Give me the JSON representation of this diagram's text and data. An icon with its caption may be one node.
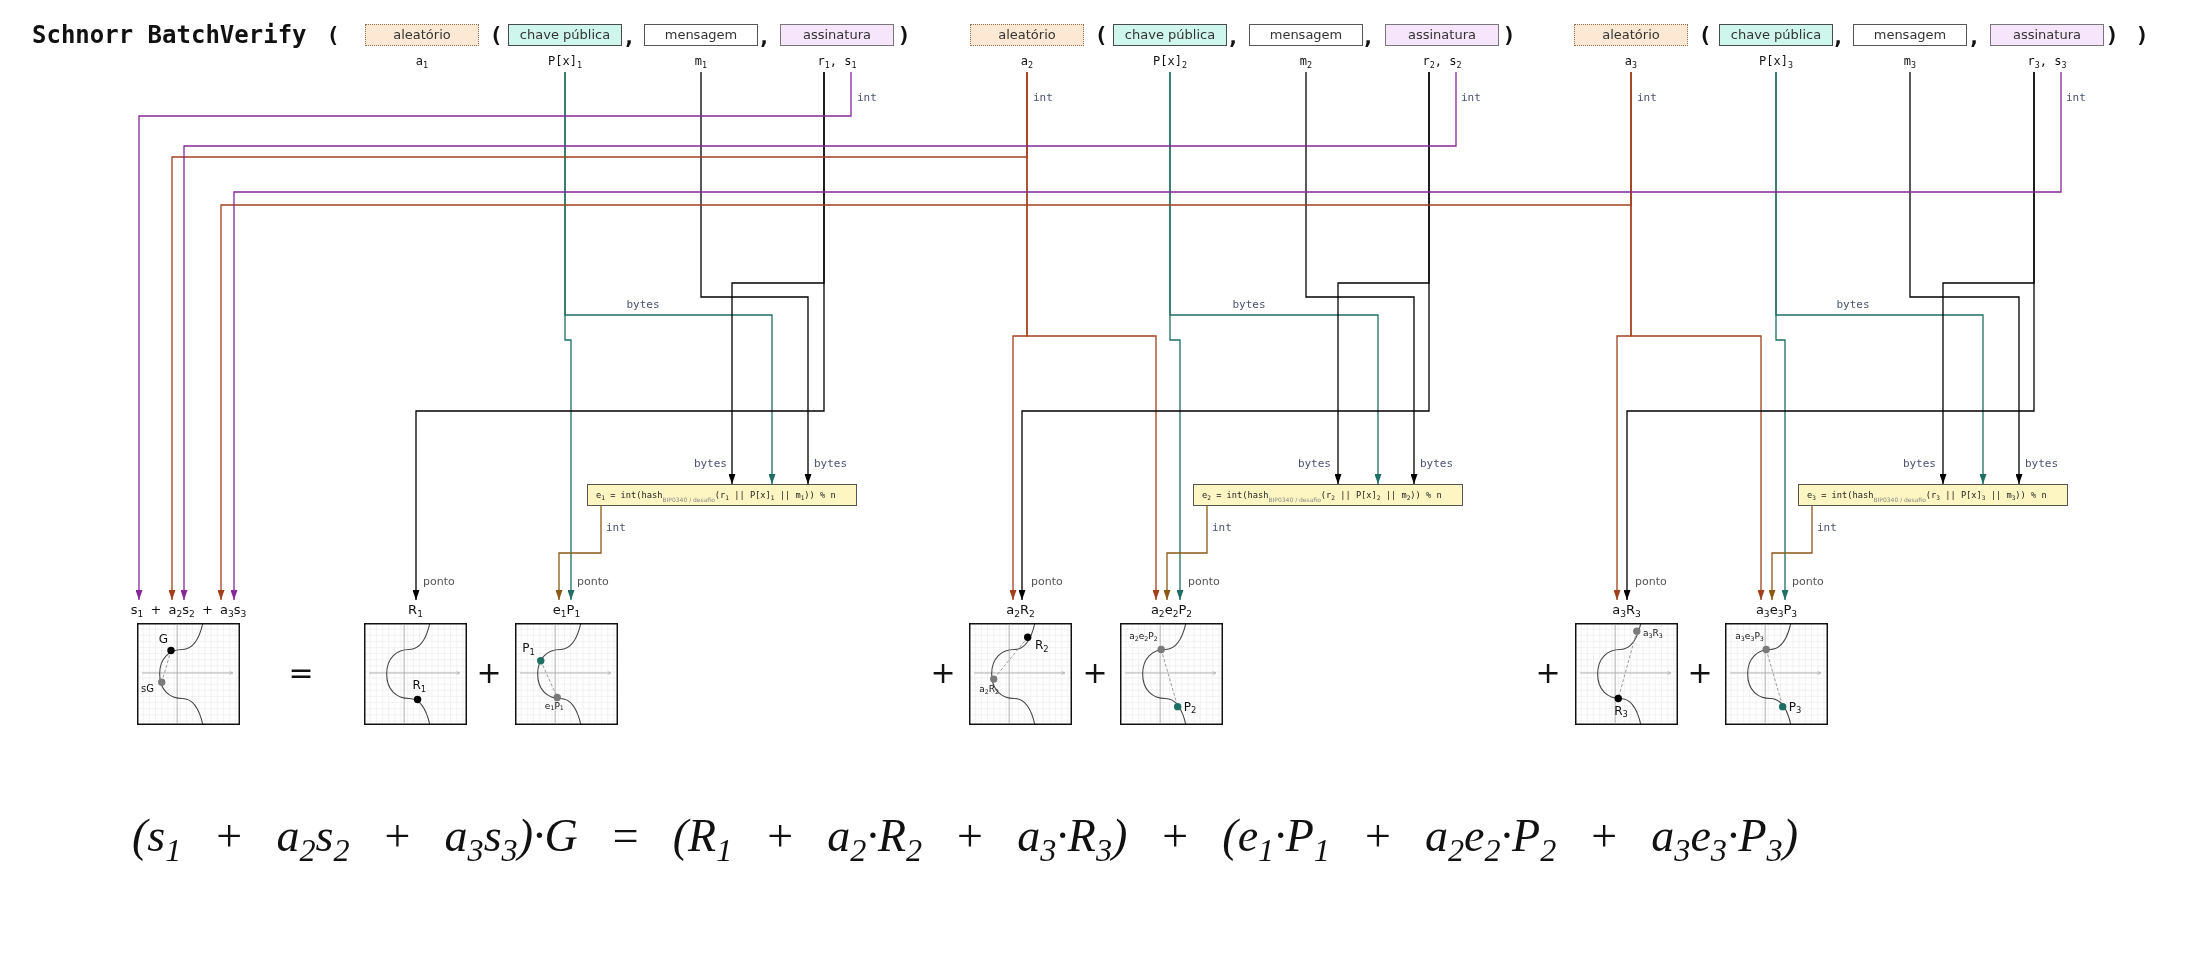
{
  "diagram": {
    "title": "Schnorr BatchVerify",
    "nodes": [
      {
        "text": [
          "aleatório"
        ],
        "beside": [
          "a$_{1}$"
        ]
      },
      {
        "text": [
          "chave pública"
        ],
        "beside": [
          "P[x]$_{1}$"
        ]
      },
      {
        "text": [
          "mensagem"
        ],
        "beside": [
          "m$_{1}$"
        ]
      },
      {
        "text": [
          "assinatura"
        ],
        "beside": [
          "r$_{1}$, s$_{1}$"
        ]
      },
      {
        "text": [
          "aleatório"
        ],
        "beside": [
          "a$_{2}$"
        ]
      },
      {
        "text": [
          "chave pública"
        ],
        "beside": [
          "P[x]$_{2}$"
        ]
      },
      {
        "text": [
          "mensagem"
        ],
        "beside": [
          "m$_{2}$"
        ]
      },
      {
        "text": [
          "assinatura"
        ],
        "beside": [
          "r$_{2}$, s$_{2}$"
        ]
      },
      {
        "text": [
          "aleatório"
        ],
        "beside": [
          "a$_{3}$"
        ]
      },
      {
        "text": [
          "chave pública"
        ],
        "beside": [
          "P[x]$_{3}$"
        ]
      },
      {
        "text": [
          "mensagem"
        ],
        "beside": [
          "m$_{3}$"
        ]
      },
      {
        "text": [
          "assinatura"
        ],
        "beside": [
          "r$_{3}$, s$_{3}$"
        ]
      },
      {
        "text": [
          "e$_{1}$ = int(hash$_{BIP0340 / desafio}$(r$_{1}$ || P[x]$_{1}$ || m$_{1}$)) % n"
        ]
      },
      {
        "text": [
          "e$_{2}$ = int(hash$_{BIP0340 / desafio}$(r$_{2}$ || P[x]$_{2}$ || m$_{2}$)) % n"
        ]
      },
      {
        "text": [
          "e$_{3}$ = int(hash$_{BIP0340 / desafio}$(r$_{3}$ || P[x]$_{3}$ || m$_{3}$)) % n"
        ]
      },
      {
        "text": [
          "s$_{1}$ + a$_{2}$s$_{2}$ + a$_{3}$s$_{3}$",
          "G",
          "sG"
        ]
      },
      {
        "text": [
          "R$_{1}$",
          "R$_{1}$"
        ]
      },
      {
        "text": [
          "e$_{1}$P$_{1}$",
          "P$_{1}$",
          "e$_{1}$P$_{1}$"
        ]
      },
      {
        "text": [
          "a$_{2}$R$_{2}$",
          "R$_{2}$",
          "a$_{2}$R$_{2}$"
        ]
      },
      {
        "text": [
          "a$_{2}$e$_{2}$P$_{2}$",
          "a$_{2}$e$_{2}$P$_{2}$",
          "P$_{2}$"
        ]
      },
      {
        "text": [
          "a$_{3}$R$_{3}$",
          "a$_{3}$R$_{3}$",
          "R$_{3}$"
        ]
      },
      {
        "text": [
          "a$_{3}$e$_{3}$P$_{3}$",
          "a$_{3}$e$_{3}$P$_{3}$",
          "P$_{3}$"
        ]
      }
    ],
    "edges": [
      {
        "from": 1,
        "to": 12,
        "arrow": "to",
        "label": "bytes",
        "color": "#1e6e64"
      },
      {
        "from": 1,
        "to": 17,
        "arrow": "to",
        "label": "ponto",
        "color": "#1e6e64"
      },
      {
        "from": 2,
        "to": 12,
        "arrow": "to",
        "label": "bytes"
      },
      {
        "from": 3,
        "to": 12,
        "arrow": "to",
        "label": "bytes"
      },
      {
        "from": 3,
        "to": 16,
        "arrow": "to",
        "label": "ponto"
      },
      {
        "from": 3,
        "to": 15,
        "arrow": "to",
        "label": "int",
        "color": "#86279a"
      },
      {
        "from": 12,
        "to": 17,
        "arrow": "to",
        "label": "int",
        "color": "#8b5a14"
      },
      {
        "from": 4,
        "to": 15,
        "arrow": "to",
        "label": "int",
        "color": "#a3401c"
      },
      {
        "from": 4,
        "to": 18,
        "arrow": "to",
        "color": "#a3401c"
      },
      {
        "from": 4,
        "to": 19,
        "arrow": "to",
        "color": "#a3401c"
      },
      {
        "from": 5,
        "to": 13,
        "arrow": "to",
        "label": "bytes",
        "color": "#1e6e64"
      },
      {
        "from": 5,
        "to": 19,
        "arrow": "to",
        "label": "ponto",
        "color": "#1e6e64"
      },
      {
        "from": 6,
        "to": 13,
        "arrow": "to",
        "label": "bytes"
      },
      {
        "from": 7,
        "to": 13,
        "arrow": "to",
        "label": "bytes"
      },
      {
        "from": 7,
        "to": 18,
        "arrow": "to",
        "label": "ponto"
      },
      {
        "from": 7,
        "to": 15,
        "arrow": "to",
        "label": "int",
        "color": "#86279a"
      },
      {
        "from": 13,
        "to": 19,
        "arrow": "to",
        "label": "int",
        "color": "#8b5a14"
      },
      {
        "from": 8,
        "to": 15,
        "arrow": "to",
        "label": "int",
        "color": "#a3401c"
      },
      {
        "from": 8,
        "to": 20,
        "arrow": "to",
        "color": "#a3401c"
      },
      {
        "from": 8,
        "to": 21,
        "arrow": "to",
        "color": "#a3401c"
      },
      {
        "from": 9,
        "to": 14,
        "arrow": "to",
        "label": "bytes",
        "color": "#1e6e64"
      },
      {
        "from": 9,
        "to": 21,
        "arrow": "to",
        "label": "ponto",
        "color": "#1e6e64"
      },
      {
        "from": 10,
        "to": 14,
        "arrow": "to",
        "label": "bytes"
      },
      {
        "from": 11,
        "to": 14,
        "arrow": "to",
        "label": "bytes"
      },
      {
        "from": 11,
        "to": 20,
        "arrow": "to",
        "label": "ponto"
      },
      {
        "from": 11,
        "to": 15,
        "arrow": "to",
        "label": "int",
        "color": "#86279a"
      },
      {
        "from": 14,
        "to": 21,
        "arrow": "to",
        "label": "int",
        "color": "#8b5a14"
      }
    ],
    "labels": [
      "(",
      "(",
      ",",
      ",",
      ")",
      "(",
      ",",
      ",",
      ")",
      "(",
      ",",
      ",",
      ")",
      ")",
      "=",
      "+",
      "+",
      "+",
      "+",
      "+",
      "(s$_{1}$ + a$_{2}$s$_{2}$ + a$_{3}$s$_{3}$)·G = (R$_{1}$ + a$_{2}$·R$_{2}$ + a$_{3}$·R$_{3}$) + (e$_{1}$·P$_{1}$ + a$_{2}$e$_{2}$·P$_{2}$ + a$_{3}$e$_{3}$·P$_{3}$)"
    ]
  }
}
